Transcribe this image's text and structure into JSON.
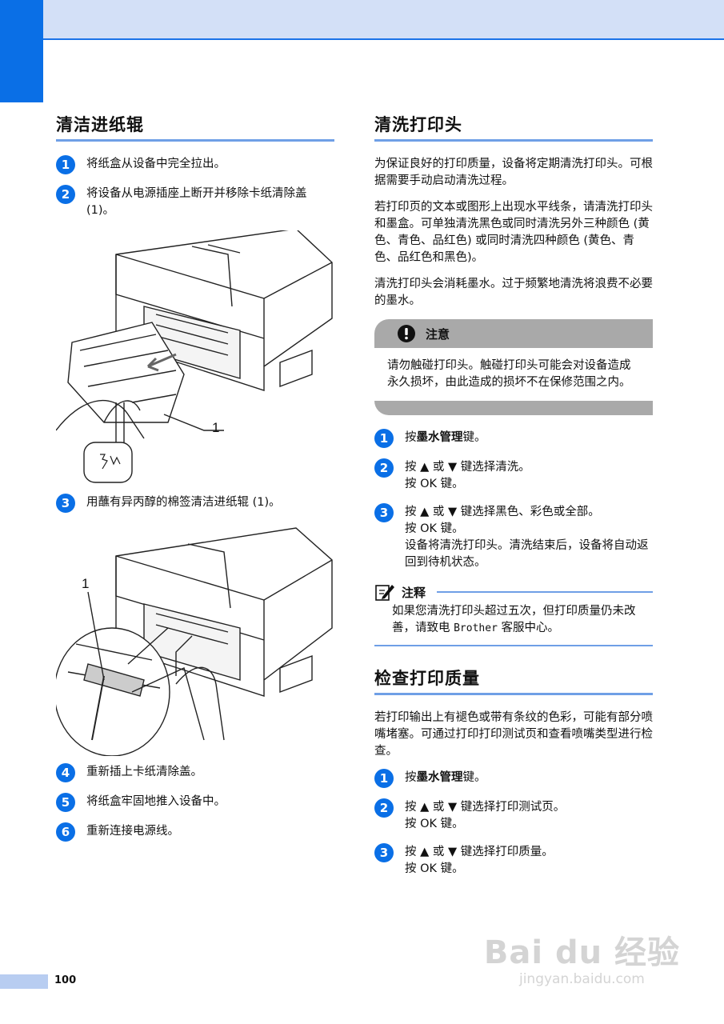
{
  "left": {
    "title": "清洁进纸辊",
    "steps": [
      {
        "num": "1",
        "text": "将纸盒从设备中完全拉出。"
      },
      {
        "num": "2",
        "text": "将设备从电源插座上断开并移除卡纸清除盖 (1)。"
      },
      {
        "num": "3",
        "text": "用蘸有异丙醇的棉签清洁进纸辊 (1)。"
      },
      {
        "num": "4",
        "text": "重新插上卡纸清除盖。"
      },
      {
        "num": "5",
        "text": "将纸盒牢固地推入设备中。"
      },
      {
        "num": "6",
        "text": "重新连接电源线。"
      }
    ],
    "callout1": "1",
    "callout2": "1"
  },
  "right": {
    "title": "清洗打印头",
    "paras": [
      "为保证良好的打印质量，设备将定期清洗打印头。可根据需要手动启动清洗过程。",
      "若打印页的文本或图形上出现水平线条，请清洗打印头和墨盒。可单独清洗黑色或同时清洗另外三种颜色 (黄色、青色、品红色) 或同时清洗四种颜色 (黄色、青色、品红色和黑色)。",
      "清洗打印头会消耗墨水。过于频繁地清洗将浪费不必要的墨水。"
    ],
    "caution": {
      "label": "注意",
      "text": "请勿触碰打印头。触碰打印头可能会对设备造成永久损坏，由此造成的损坏不在保修范围之内。"
    },
    "steps": {
      "s1": {
        "num": "1",
        "pre": "按",
        "key": "墨水管理",
        "post": "键。"
      },
      "s2": {
        "num": "2",
        "pre": "按 ▲ 或 ▼ 键选择",
        "kw1": "清洗",
        "end": "。",
        "line2": "按 OK 键。"
      },
      "s3": {
        "num": "3",
        "pre": "按 ▲ 或 ▼ 键选择",
        "kw1": "黑色",
        "sep1": "、",
        "kw2": "彩色",
        "sep2": "或",
        "kw3": "全部",
        "end": "。",
        "line2": "按 OK 键。",
        "line3": "设备将清洗打印头。清洗结束后，设备将自动返回到待机状态。"
      }
    },
    "note": {
      "label": "注释",
      "pre": "如果您清洗打印头超过五次，但打印质量仍未改善，请致电 ",
      "brand": "Brother",
      "post": " 客服中心。"
    },
    "title2": "检查打印质量",
    "para2": "若打印输出上有褪色或带有条纹的色彩，可能有部分喷嘴堵塞。可通过打印打印测试页和查看喷嘴类型进行检查。",
    "steps2": {
      "s1": {
        "num": "1",
        "pre": "按",
        "key": "墨水管理",
        "post": "键。"
      },
      "s2": {
        "num": "2",
        "pre": "按 ▲ 或 ▼ 键选择",
        "kw1": "打印测试页",
        "end": "。",
        "line2": "按 OK 键。"
      },
      "s3": {
        "num": "3",
        "pre": "按 ▲ 或 ▼ 键选择",
        "kw1": "打印质量",
        "end": "。",
        "line2": "按 OK 键。"
      }
    }
  },
  "footer": {
    "page_number": "100"
  },
  "watermark": {
    "brand": "Bai du 经验",
    "url": "jingyan.baidu.com"
  },
  "colors": {
    "accent": "#0a6fe6",
    "rule": "#6f9fe6",
    "topbar": "#d3e0f7",
    "caution": "#a9a9a9"
  }
}
